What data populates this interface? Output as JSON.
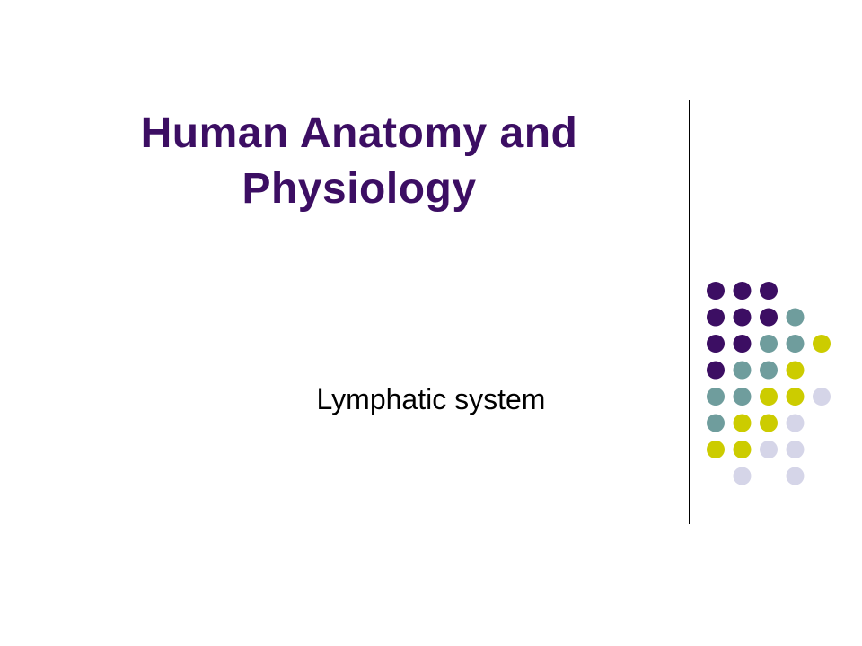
{
  "slide": {
    "title": "Human Anatomy and Physiology",
    "subtitle": "Lymphatic system"
  },
  "colors": {
    "title": "#3c0e63",
    "purple": "#3c0e63",
    "teal": "#6f9d9d",
    "olive": "#cccc00",
    "lavender": "#d5d5e8"
  },
  "decoration": {
    "dot_grid": [
      [
        "purple",
        "purple",
        "purple",
        null,
        null
      ],
      [
        "purple",
        "purple",
        "purple",
        "teal",
        null
      ],
      [
        "purple",
        "purple",
        "teal",
        "teal",
        "olive"
      ],
      [
        "purple",
        "teal",
        "teal",
        "olive",
        null
      ],
      [
        "teal",
        "teal",
        "olive",
        "olive",
        "lavender"
      ],
      [
        "teal",
        "olive",
        "olive",
        "lavender",
        null
      ],
      [
        "olive",
        "olive",
        "lavender",
        "lavender",
        null
      ],
      [
        null,
        "lavender",
        null,
        "lavender",
        null
      ]
    ]
  }
}
